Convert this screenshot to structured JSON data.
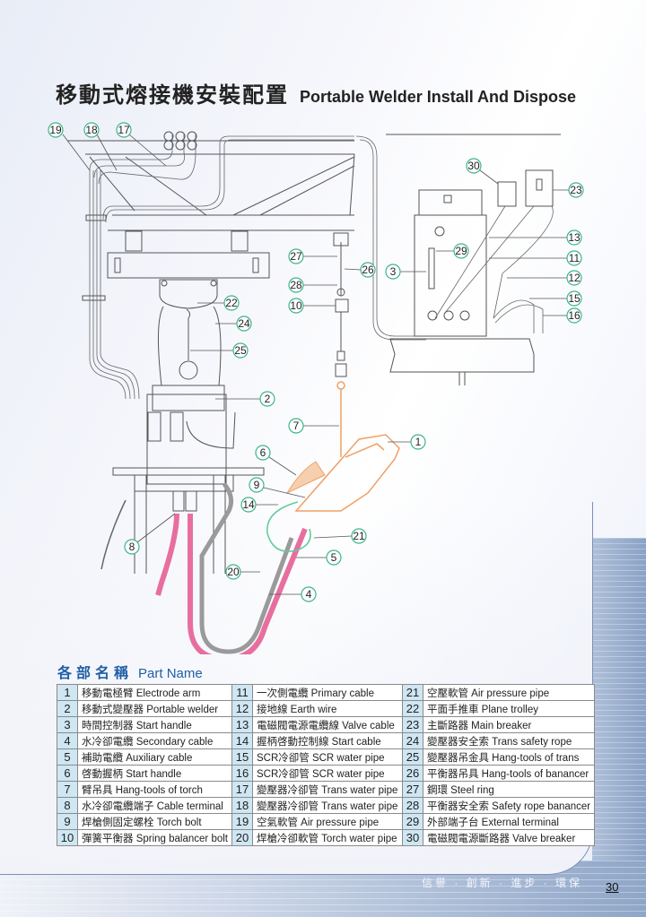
{
  "header": {
    "title_zh": "移動式熔接機安裝配置",
    "title_en": "Portable Welder Install And Dispose"
  },
  "diagram": {
    "callouts": [
      "19",
      "18",
      "17",
      "30",
      "23",
      "13",
      "11",
      "12",
      "15",
      "16",
      "3",
      "29",
      "27",
      "26",
      "28",
      "10",
      "22",
      "24",
      "25",
      "2",
      "7",
      "1",
      "6",
      "9",
      "14",
      "21",
      "5",
      "20",
      "4",
      "8"
    ],
    "colors": {
      "callout_ring": "#3bb58a",
      "torch": "#f0a066",
      "cable_pink": "#e86ea0",
      "pipe_gray": "#9a9a9a"
    }
  },
  "parts": {
    "heading_zh": "各部名稱",
    "heading_en": "Part Name",
    "rows": [
      [
        {
          "n": "1",
          "t": "移動電極臂 Electrode arm"
        },
        {
          "n": "11",
          "t": "一次側電纜 Primary cable"
        },
        {
          "n": "21",
          "t": "空壓軟管  Air pressure pipe"
        }
      ],
      [
        {
          "n": "2",
          "t": "移動式變壓器 Portable welder"
        },
        {
          "n": "12",
          "t": "接地線 Earth wire"
        },
        {
          "n": "22",
          "t": "平面手推車 Plane trolley"
        }
      ],
      [
        {
          "n": "3",
          "t": "時間控制器 Start handle"
        },
        {
          "n": "13",
          "t": "電磁閥電源電纜線  Valve cable"
        },
        {
          "n": "23",
          "t": "主斷路器  Main breaker"
        }
      ],
      [
        {
          "n": "4",
          "t": "水冷卻電纜 Secondary cable"
        },
        {
          "n": "14",
          "t": "握柄啓動控制線 Start cable"
        },
        {
          "n": "24",
          "t": "變壓器安全索  Trans safety rope"
        }
      ],
      [
        {
          "n": "5",
          "t": "補助電纜 Auxiliary cable"
        },
        {
          "n": "15",
          "t": "SCR冷卻管  SCR water pipe"
        },
        {
          "n": "25",
          "t": "變壓器吊金具  Hang-tools of trans"
        }
      ],
      [
        {
          "n": "6",
          "t": "啓動握柄  Start handle"
        },
        {
          "n": "16",
          "t": "SCR冷卻管  SCR water pipe"
        },
        {
          "n": "26",
          "t": "平衡器吊具 Hang-tools of banancer"
        }
      ],
      [
        {
          "n": "7",
          "t": "臂吊具  Hang-tools of torch"
        },
        {
          "n": "17",
          "t": "變壓器冷卻管  Trans water pipe"
        },
        {
          "n": "27",
          "t": "鋼環  Steel ring"
        }
      ],
      [
        {
          "n": "8",
          "t": "水冷卻電纜端子 Cable terminal"
        },
        {
          "n": "18",
          "t": "變壓器冷卻管  Trans water pipe"
        },
        {
          "n": "28",
          "t": "平衡器安全索  Safety rope banancer"
        }
      ],
      [
        {
          "n": "9",
          "t": "焊槍側固定螺栓  Torch bolt"
        },
        {
          "n": "19",
          "t": "空氣軟管  Air pressure pipe"
        },
        {
          "n": "29",
          "t": "外部端子台  External terminal"
        }
      ],
      [
        {
          "n": "10",
          "t": "彈簧平衡器  Spring balancer bolt"
        },
        {
          "n": "20",
          "t": "焊槍冷卻軟管  Torch water pipe"
        },
        {
          "n": "30",
          "t": "電磁閥電源斷路器  Valve breaker"
        }
      ]
    ]
  },
  "footer": {
    "slogan": "信譽 · 創新 · 進步 · 環保",
    "page_number": "30"
  }
}
